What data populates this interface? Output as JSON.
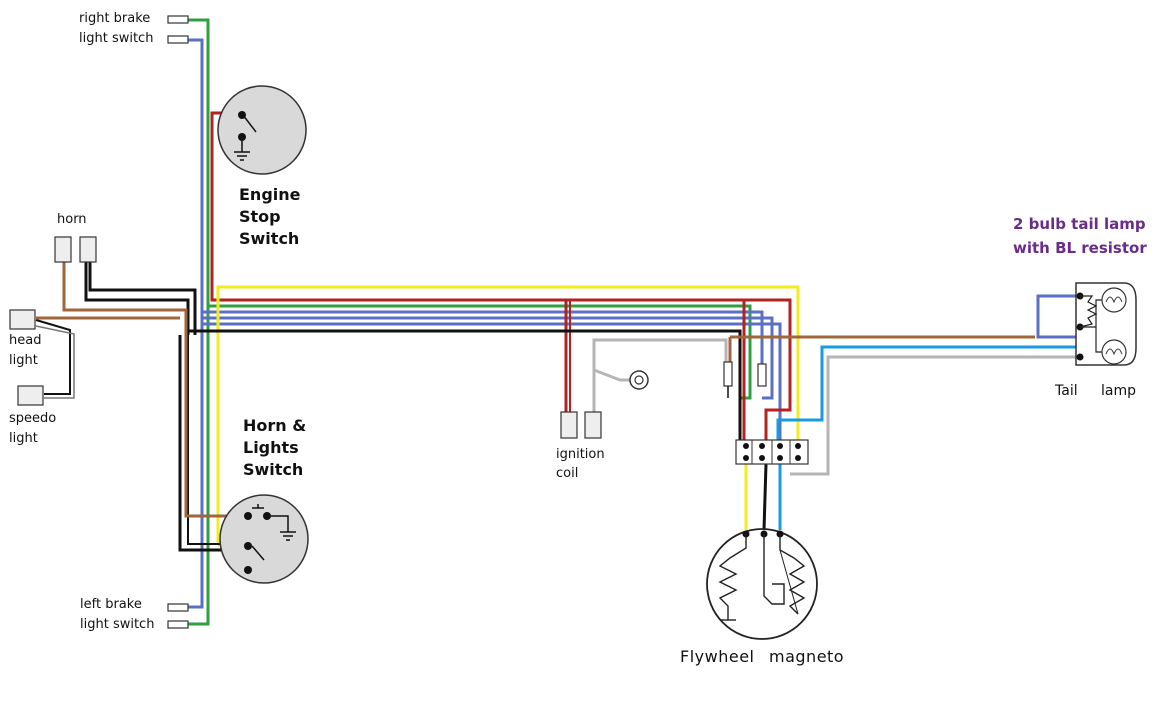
{
  "labels": {
    "right_brake": "right brake",
    "light_switch_top": "light switch",
    "horn": "horn",
    "head": "head",
    "light_head": "light",
    "speedo": "speedo",
    "light_speedo": "light",
    "engine_stop_switch": "Engine\nStop\nSwitch",
    "horn_lights_switch": "Horn &\nLights\nSwitch",
    "left_brake": "left brake",
    "light_switch_bottom": "light switch",
    "ignition": "ignition",
    "coil": "coil",
    "flywheel": "Flywheel",
    "magneto": "magneto",
    "tail_lamp_title": "2 bulb tail lamp\nwith BL resistor",
    "tail": "Tail",
    "lamp": "lamp"
  },
  "colors": {
    "green": "#2ea043",
    "blue": "#5b6fc4",
    "light_blue": "#1a9ae0",
    "red": "#b22222",
    "brown": "#a0653a",
    "black": "#111111",
    "yellow": "#f2ec1c",
    "grey": "#b5b5b5",
    "title_purple": "#6a2c8a"
  }
}
